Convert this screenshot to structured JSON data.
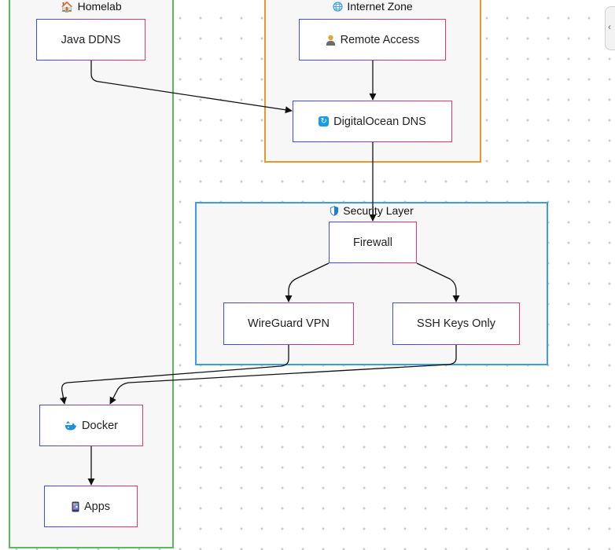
{
  "groups": {
    "homelab": {
      "title": "Homelab",
      "icon": "house-icon",
      "border_color": "#5cb85c"
    },
    "internet": {
      "title": "Internet Zone",
      "icon": "globe-icon",
      "border_color": "#e8962e"
    },
    "security": {
      "title": "Security Layer",
      "icon": "shield-icon",
      "border_color": "#3a9ee4"
    }
  },
  "nodes": {
    "java_ddns": {
      "label": "Java DDNS"
    },
    "remote_access": {
      "label": "Remote Access",
      "icon": "person-icon"
    },
    "do_dns": {
      "label": "DigitalOcean DNS",
      "icon": "refresh-icon"
    },
    "firewall": {
      "label": "Firewall"
    },
    "wireguard": {
      "label": "WireGuard VPN"
    },
    "ssh": {
      "label": "SSH Keys Only"
    },
    "docker": {
      "label": "Docker",
      "icon": "whale-icon"
    },
    "apps": {
      "label": "Apps",
      "icon": "phone-icon"
    }
  },
  "edges": [
    {
      "from": "Java DDNS",
      "to": "DigitalOcean DNS"
    },
    {
      "from": "Remote Access",
      "to": "DigitalOcean DNS"
    },
    {
      "from": "DigitalOcean DNS",
      "to": "Firewall"
    },
    {
      "from": "Firewall",
      "to": "WireGuard VPN"
    },
    {
      "from": "Firewall",
      "to": "SSH Keys Only"
    },
    {
      "from": "WireGuard VPN",
      "to": "Docker"
    },
    {
      "from": "SSH Keys Only",
      "to": "Docker"
    },
    {
      "from": "Docker",
      "to": "Apps"
    }
  ],
  "colors": {
    "node_border_start": "#3a4ee0",
    "node_border_end": "#e8366c",
    "edge": "#111111"
  }
}
